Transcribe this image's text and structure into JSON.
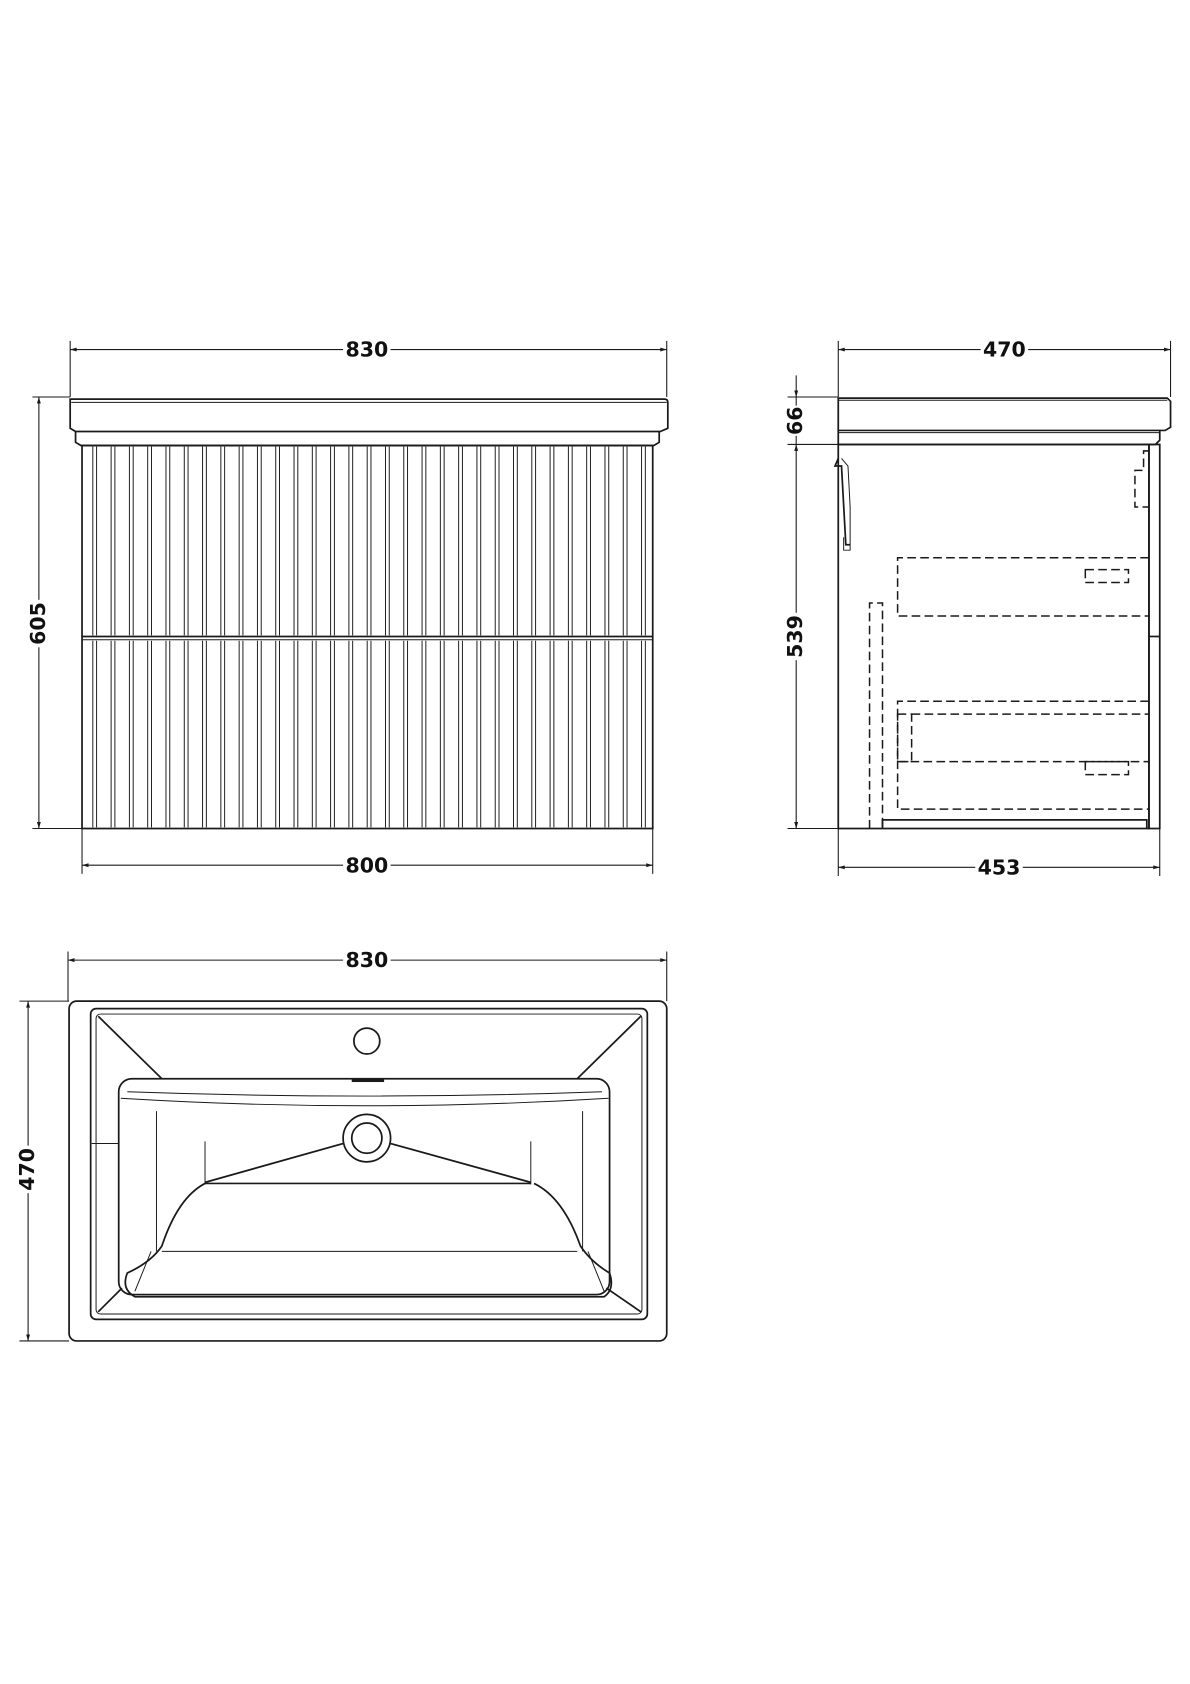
{
  "drawing": {
    "front_view": {
      "basin_width": "830",
      "cabinet_width": "800",
      "total_height": "605"
    },
    "side_view": {
      "basin_depth": "470",
      "basin_height": "66",
      "cabinet_height": "539",
      "cabinet_depth": "453"
    },
    "top_view": {
      "basin_width": "830",
      "basin_depth": "470"
    },
    "line_color": "#1a1a1a"
  }
}
